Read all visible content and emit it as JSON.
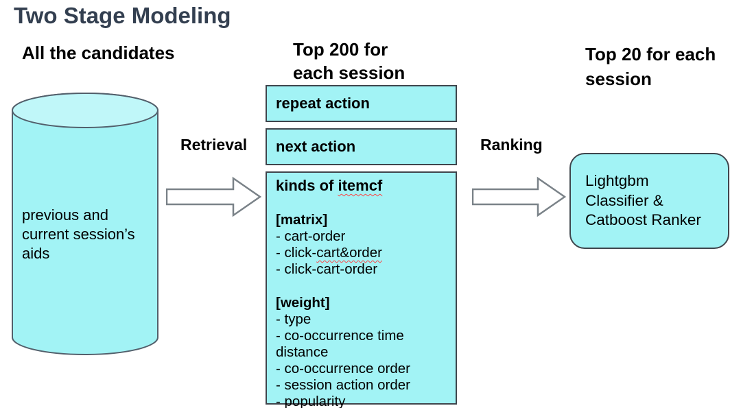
{
  "title": "Two Stage Modeling",
  "colors": {
    "background": "#ffffff",
    "title_color": "#333f50",
    "text_color": "#000000",
    "cyan_fill": "#a2f3f5",
    "cyan_light": "#c0f7f9",
    "box_border": "#3f454c",
    "cylinder_border": "#525f6b",
    "arrow_fill": "#ffffff",
    "arrow_outline": "#7a8288",
    "squiggle_color": "#ff4545"
  },
  "left_column": {
    "heading": "All the candidates",
    "cylinder_lines": [
      "previous and",
      "current session’s",
      "aids"
    ]
  },
  "flow": {
    "retrieval_label": "Retrieval",
    "ranking_label": "Ranking"
  },
  "middle_column": {
    "heading_lines": [
      "Top 200  for",
      "each session"
    ],
    "repeat_box_label": "repeat action",
    "next_box_label": "next action",
    "itemcf_box": {
      "title_prefix": "kinds of ",
      "title_squiggle": "itemcf",
      "matrix_header": "[matrix]",
      "matrix_item1": "- cart-order",
      "matrix_item2_prefix": "- click-",
      "matrix_item2_squiggle": "cart&order",
      "matrix_item3": "- click-cart-order",
      "weight_header": "[weight]",
      "weight_items": [
        "- type",
        "- co-occurrence time distance",
        "- co-occurrence order",
        "- session action order",
        "- popularity"
      ]
    }
  },
  "right_column": {
    "heading_lines": [
      "Top 20 for each",
      "session"
    ],
    "model_box_lines": [
      "Lightgbm",
      "Classifier &",
      "Catboost Ranker"
    ]
  }
}
